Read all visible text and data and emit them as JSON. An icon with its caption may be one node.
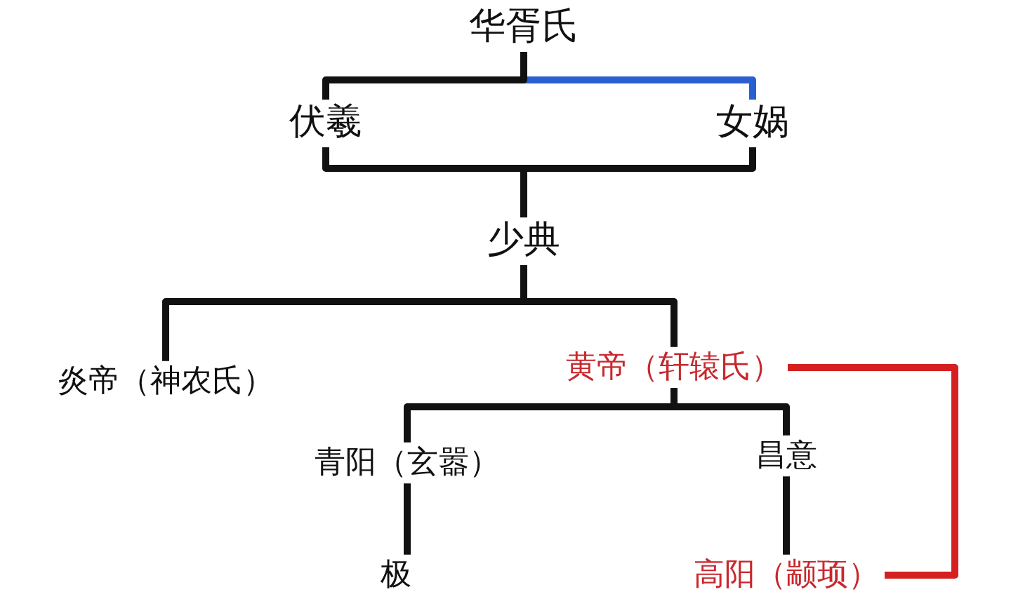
{
  "diagram": {
    "nodes": [
      {
        "text": [
          "华胥氏"
        ]
      },
      {
        "text": [
          "伏羲"
        ]
      },
      {
        "text": [
          "女娲"
        ]
      },
      {
        "text": [
          "少典"
        ]
      },
      {
        "text": [
          "炎帝（神农氏）"
        ]
      },
      {
        "text": [
          "黄帝（轩辕氏）"
        ]
      },
      {
        "text": [
          "青阳（玄嚣）"
        ]
      },
      {
        "text": [
          "昌意"
        ]
      },
      {
        "text": [
          "极"
        ]
      },
      {
        "text": [
          "高阳（颛顼）"
        ]
      }
    ],
    "edges": [
      {
        "from": 0,
        "to": 2,
        "arrow": "none",
        "color": "#2a5fd0"
      },
      {
        "from": 0,
        "to": 1,
        "arrow": "none"
      },
      {
        "from": 1,
        "to": 3,
        "arrow": "none"
      },
      {
        "from": 2,
        "to": 3,
        "arrow": "none"
      },
      {
        "from": 3,
        "to": 4,
        "arrow": "none"
      },
      {
        "from": 3,
        "to": 5,
        "arrow": "none"
      },
      {
        "from": 5,
        "to": 6,
        "arrow": "none"
      },
      {
        "from": 5,
        "to": 7,
        "arrow": "none"
      },
      {
        "from": 6,
        "to": 8,
        "arrow": "none"
      },
      {
        "from": 7,
        "to": 9,
        "arrow": "none"
      },
      {
        "from": 5,
        "to": 9,
        "arrow": "none",
        "color": "#d42020"
      }
    ]
  }
}
